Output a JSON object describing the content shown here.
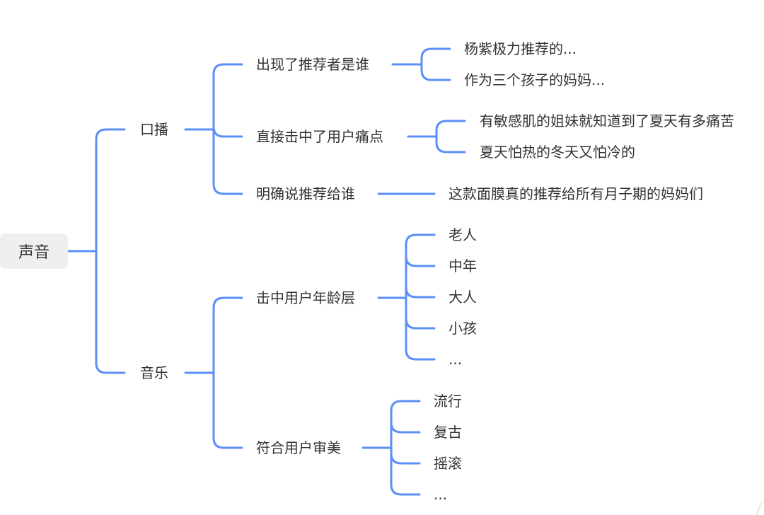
{
  "diagram": {
    "type": "mind-map",
    "line_color": "#5b8ff9",
    "root_bg": "#eeeff1",
    "root": {
      "label": "声音",
      "children": [
        {
          "label": "口播",
          "children": [
            {
              "label": "出现了推荐者是谁",
              "children": [
                {
                  "label": "杨紫极力推荐的..."
                },
                {
                  "label": "作为三个孩子的妈妈..."
                }
              ]
            },
            {
              "label": "直接击中了用户痛点",
              "children": [
                {
                  "label": "有敏感肌的姐妹就知道到了夏天有多痛苦"
                },
                {
                  "label": "夏天怕热的冬天又怕冷的"
                }
              ]
            },
            {
              "label": "明确说推荐给谁",
              "children": [
                {
                  "label": "这款面膜真的推荐给所有月子期的妈妈们"
                }
              ]
            }
          ]
        },
        {
          "label": "音乐",
          "children": [
            {
              "label": "击中用户年龄层",
              "children": [
                {
                  "label": "老人"
                },
                {
                  "label": "中年"
                },
                {
                  "label": "大人"
                },
                {
                  "label": "小孩"
                },
                {
                  "label": "..."
                }
              ]
            },
            {
              "label": "符合用户审美",
              "children": [
                {
                  "label": "流行"
                },
                {
                  "label": "复古"
                },
                {
                  "label": "摇滚"
                },
                {
                  "label": "..."
                }
              ]
            }
          ]
        }
      ]
    }
  }
}
